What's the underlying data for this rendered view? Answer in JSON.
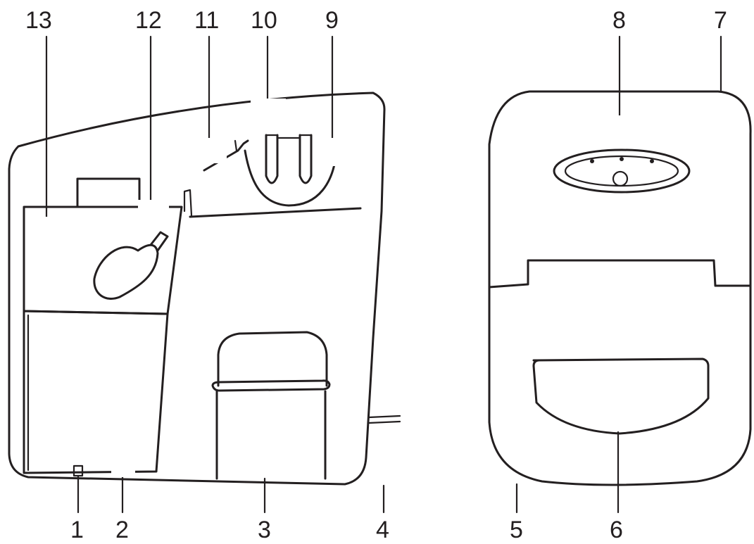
{
  "labels": {
    "l1": "1",
    "l2": "2",
    "l3": "3",
    "l4": "4",
    "l5": "5",
    "l6": "6",
    "l7": "7",
    "l8": "8",
    "l9": "9",
    "l10": "10",
    "l11": "11",
    "l12": "12",
    "l13": "13"
  },
  "colors": {
    "line": "#231f20",
    "background": "#ffffff"
  }
}
